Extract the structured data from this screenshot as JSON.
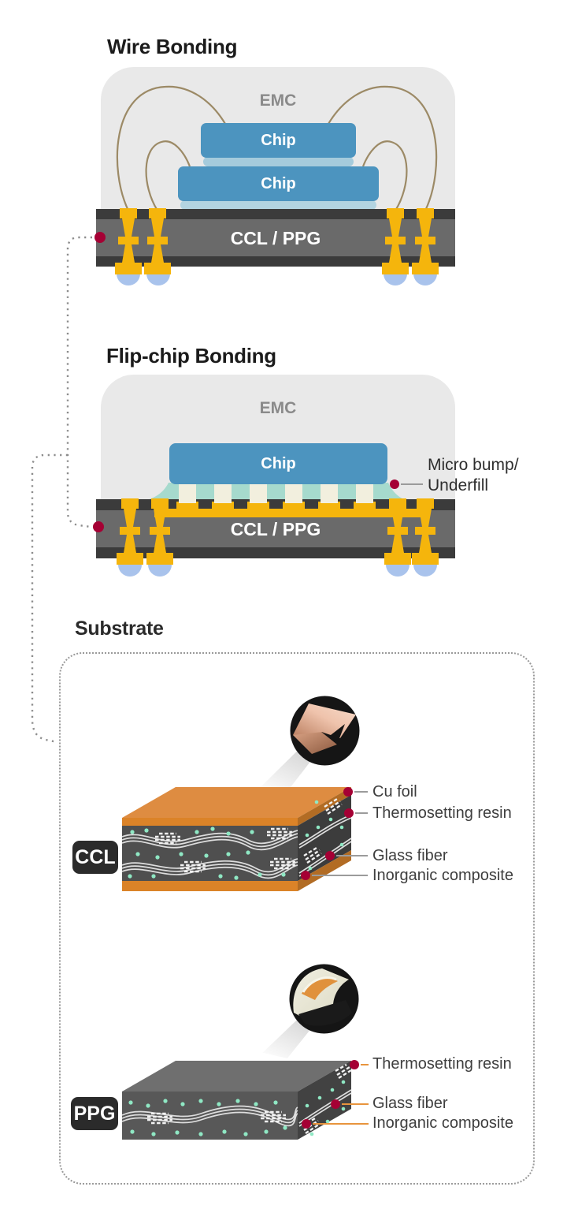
{
  "accent_colors": {
    "crimson_dot": "#A50034",
    "gold_via": "#F5B50C",
    "chip_blue": "#4C94BF",
    "solder_ball_blue": "#A9C3EC",
    "underfill_teal": "#A6DACD",
    "copper_orange": "#DB8328",
    "leader_orange": "#E8943D",
    "glass_fiber_white": "#DEDEDE",
    "mint_filler": "#8FE8C4",
    "emc_gray": "#E9E9E9",
    "substrate_gray": "#6A6A6A",
    "substrate_dark": "#3B3B3B"
  },
  "wire_bonding": {
    "title": "Wire Bonding",
    "emc": "EMC",
    "chips": [
      "Chip",
      "Chip"
    ],
    "substrate": "CCL / PPG"
  },
  "flip_chip": {
    "title": "Flip-chip Bonding",
    "emc": "EMC",
    "chip": "Chip",
    "substrate": "CCL / PPG",
    "callout": {
      "line1": "Micro bump/",
      "line2": "Underfill"
    }
  },
  "substrate": {
    "title": "Substrate",
    "ccl": {
      "badge": "CCL",
      "labels": [
        "Cu foil",
        "Thermosetting resin",
        "Glass fiber",
        "Inorganic composite"
      ]
    },
    "ppg": {
      "badge": "PPG",
      "labels": [
        "Thermosetting resin",
        "Glass fiber",
        "Inorganic composite"
      ]
    }
  }
}
